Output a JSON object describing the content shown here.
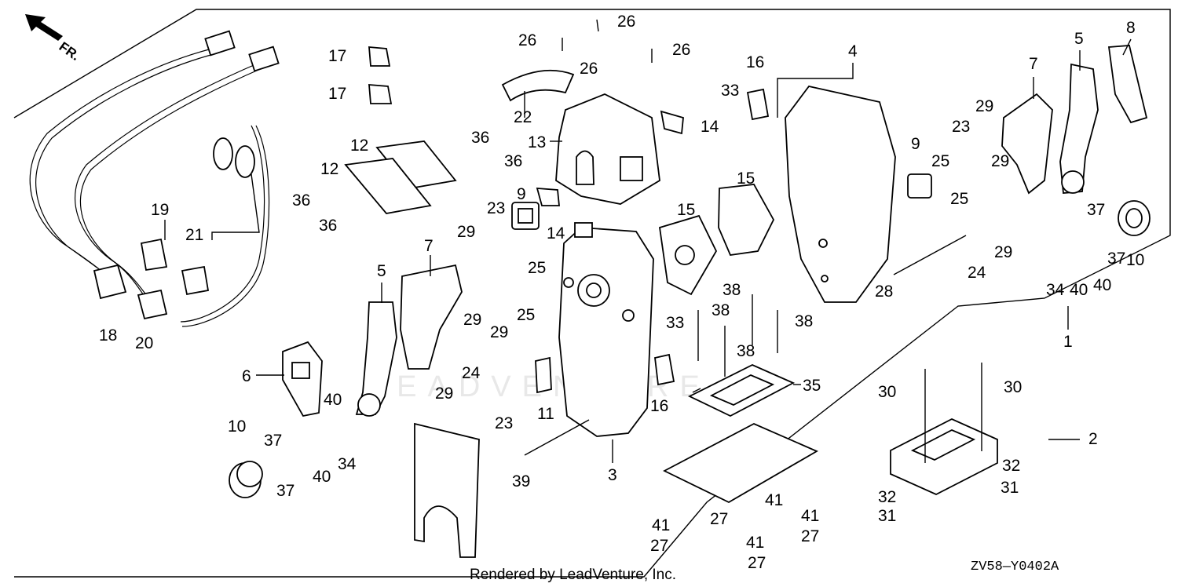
{
  "diagram": {
    "direction_label": "FR.",
    "watermark": "LEADVENTURE",
    "footer_credit": "Rendered by LeadVenture, Inc.",
    "diagram_code": "ZV58—Y0402A",
    "callouts": [
      "1",
      "2",
      "3",
      "4",
      "5",
      "5",
      "6",
      "7",
      "7",
      "8",
      "9",
      "9",
      "10",
      "10",
      "11",
      "12",
      "12",
      "13",
      "14",
      "14",
      "15",
      "15",
      "16",
      "16",
      "17",
      "17",
      "18",
      "19",
      "20",
      "21",
      "22",
      "23",
      "23",
      "23",
      "24",
      "24",
      "25",
      "25",
      "25",
      "25",
      "26",
      "26",
      "26",
      "26",
      "27",
      "27",
      "27",
      "27",
      "28",
      "29",
      "29",
      "29",
      "29",
      "29",
      "29",
      "29",
      "30",
      "30",
      "31",
      "31",
      "32",
      "32",
      "33",
      "33",
      "34",
      "34",
      "35",
      "36",
      "36",
      "36",
      "36",
      "37",
      "37",
      "37",
      "37",
      "38",
      "38",
      "38",
      "38",
      "39",
      "40",
      "40",
      "40",
      "40",
      "41",
      "41",
      "41",
      "41"
    ]
  }
}
